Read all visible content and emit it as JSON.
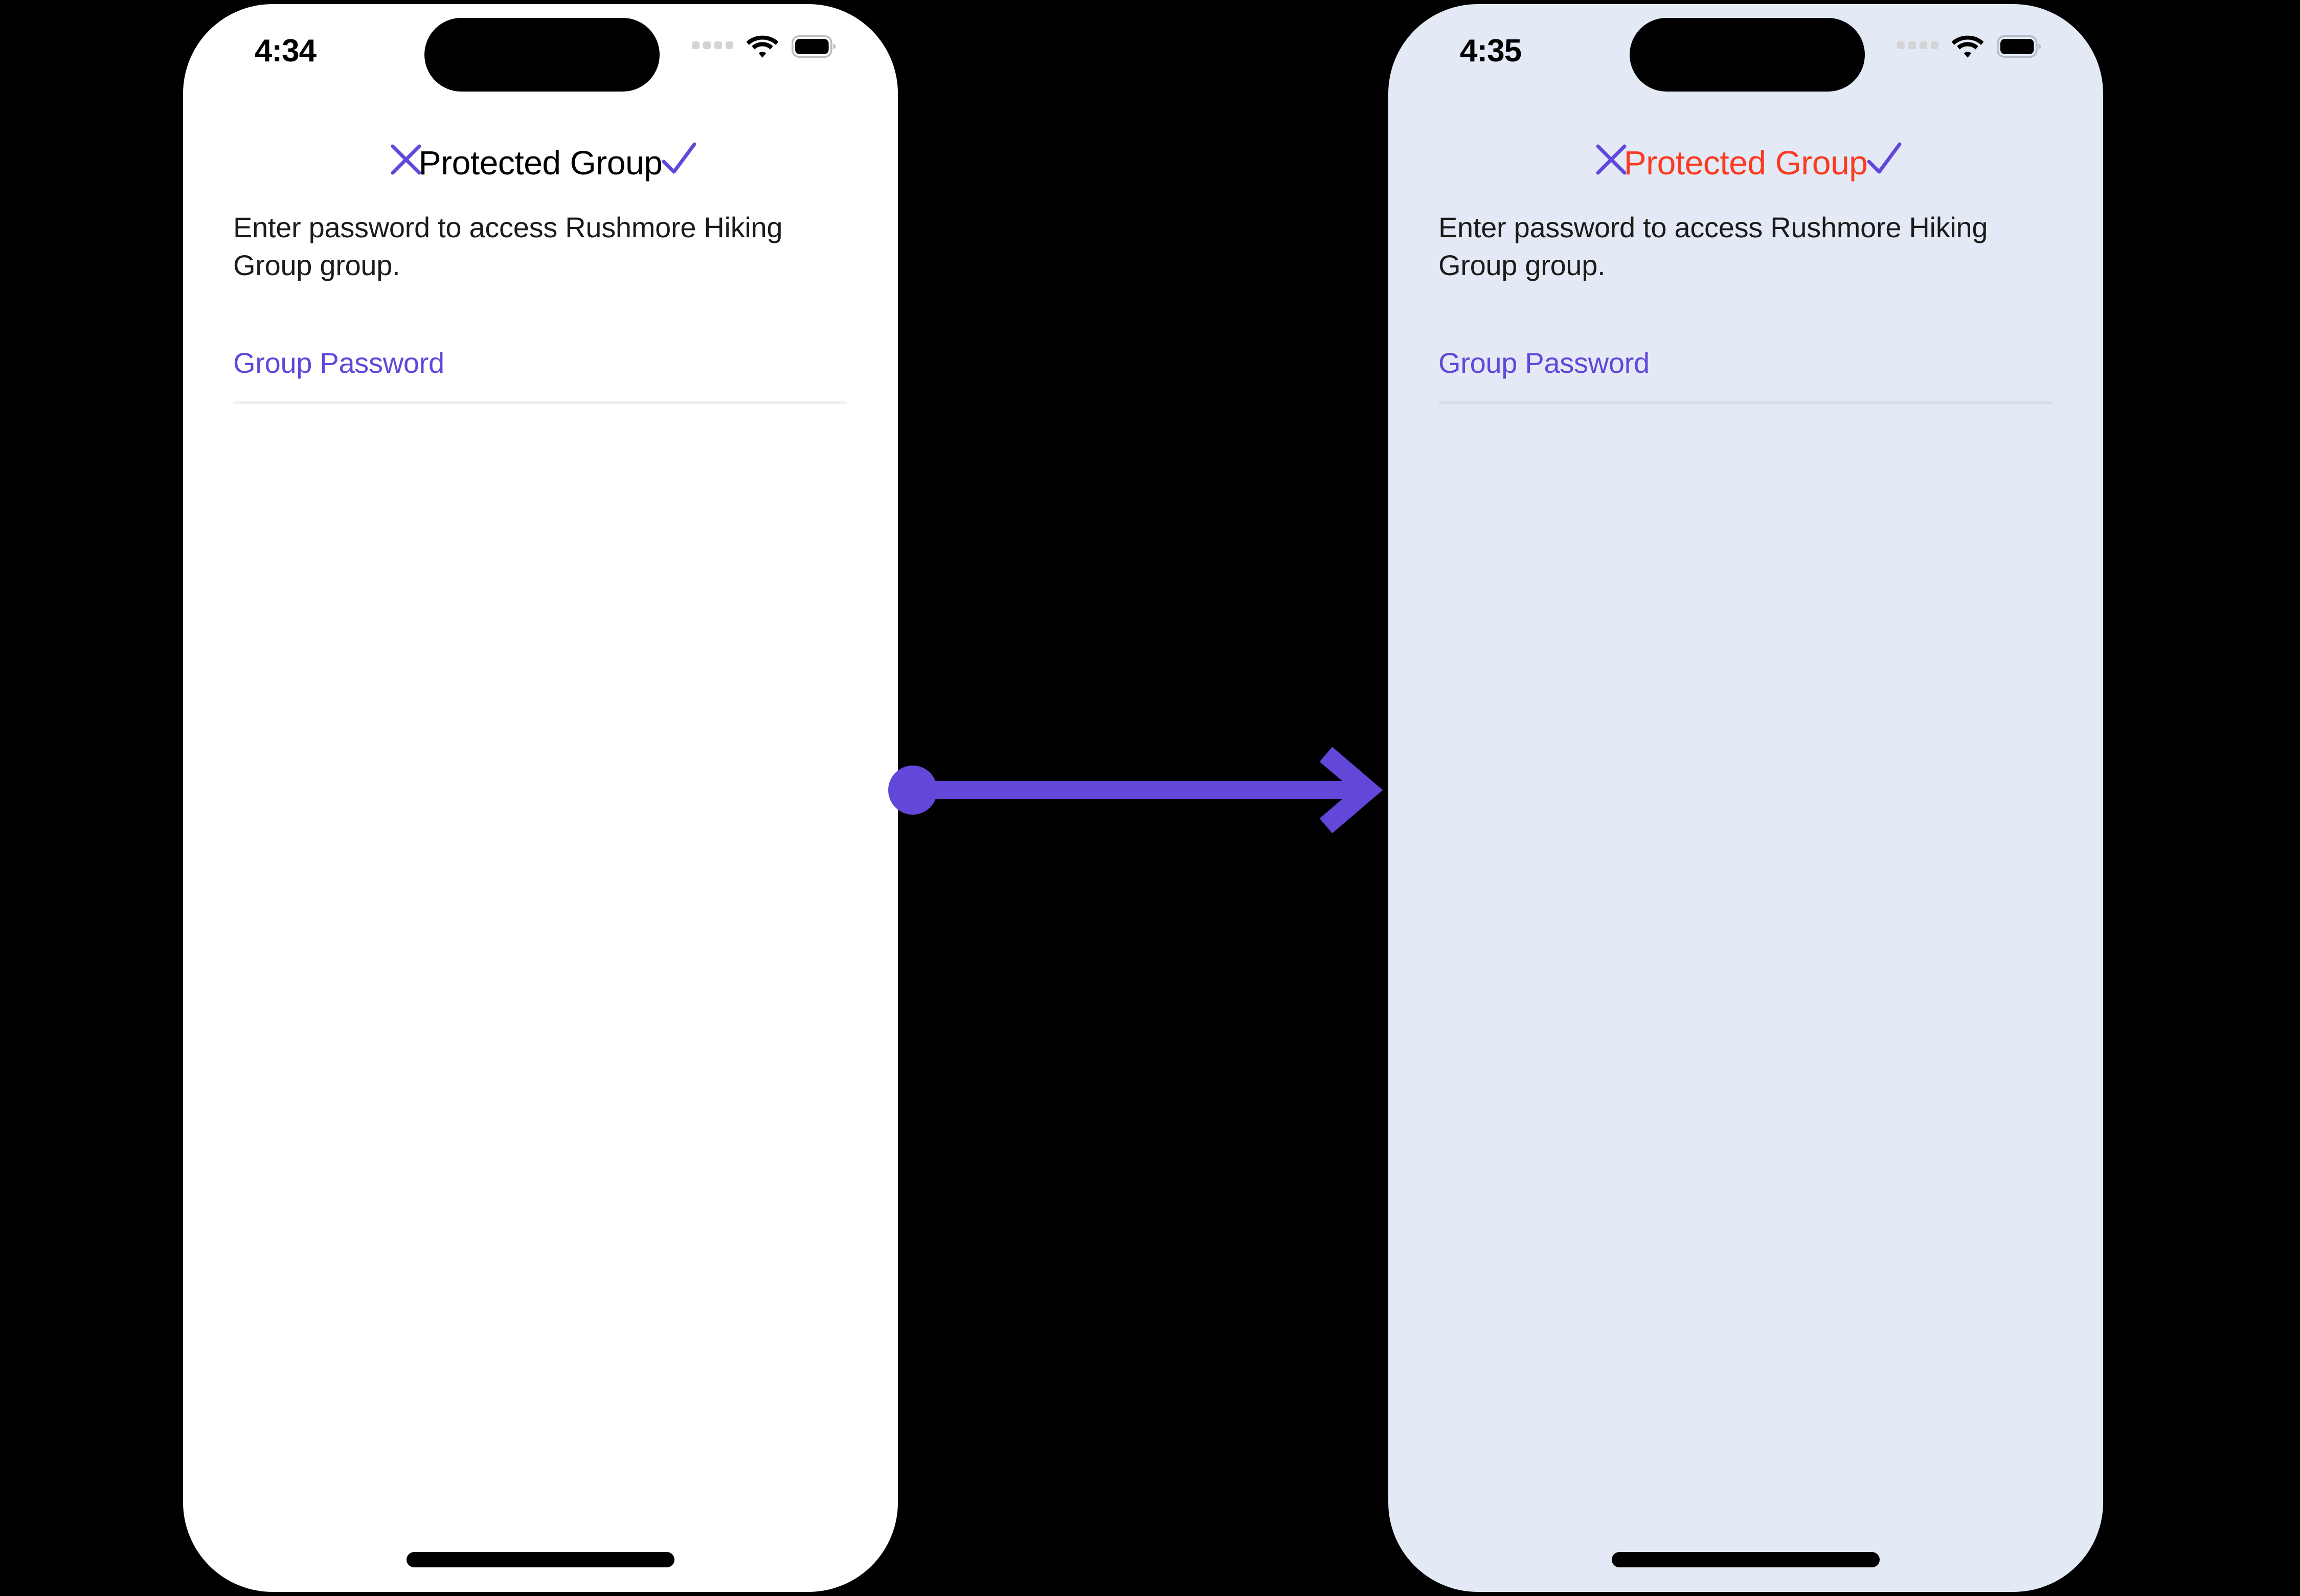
{
  "accent": {
    "purple": "#6347D9",
    "alert_red": "#FA3B22",
    "left_screen_bg": "#FFFFFF",
    "right_screen_bg": "#E3EAF5",
    "divider_left": "#EFEFF0",
    "divider_right": "#D6DDE9",
    "cellular_dot": "#D4D4D6"
  },
  "screens": [
    {
      "id": "before",
      "status_bar": {
        "time": "4:34",
        "cellular_icon": "cellular-dots-icon",
        "wifi_icon": "wifi-icon",
        "battery_icon": "battery-full-icon",
        "dynamic_island": "dynamic-island"
      },
      "navbar": {
        "close_icon": "close-x-icon",
        "title": "Protected Group",
        "title_state": "normal",
        "confirm_icon": "checkmark-icon"
      },
      "body": {
        "description": "Enter password to access Rushmore Hiking Group group.",
        "field_label": "Group Password",
        "field_value": "",
        "field_placeholder": "Group Password"
      },
      "home_indicator": "home-indicator"
    },
    {
      "id": "after",
      "status_bar": {
        "time": "4:35",
        "cellular_icon": "cellular-dots-icon",
        "wifi_icon": "wifi-icon",
        "battery_icon": "battery-full-icon",
        "dynamic_island": "dynamic-island"
      },
      "navbar": {
        "close_icon": "close-x-icon",
        "title": "Protected Group",
        "title_state": "error",
        "confirm_icon": "checkmark-icon"
      },
      "body": {
        "description": "Enter password to access Rushmore Hiking Group group.",
        "field_label": "Group Password",
        "field_value": "",
        "field_placeholder": "Group Password"
      },
      "home_indicator": "home-indicator"
    }
  ],
  "transition": {
    "icon": "arrow-right-icon",
    "color": "#6347D9",
    "direction": "left-to-right"
  }
}
